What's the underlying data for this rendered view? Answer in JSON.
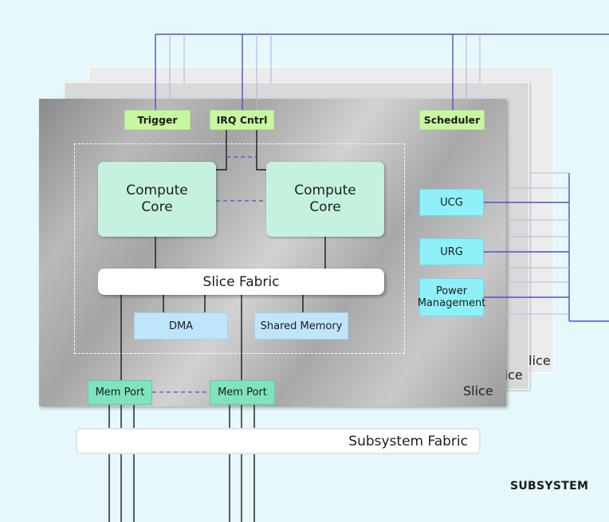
{
  "diagram": {
    "stacked_slices": [
      {
        "label": "Slice"
      },
      {
        "label": "Slice"
      },
      {
        "label": "Slice"
      }
    ],
    "top_blocks": {
      "trigger": "Trigger",
      "irq": "IRQ Cntrl",
      "scheduler": "Scheduler"
    },
    "cores": [
      "Compute\nCore",
      "Compute\nCore"
    ],
    "slice_fabric": "Slice Fabric",
    "dma": "DMA",
    "shared_memory": "Shared Memory",
    "right_blocks": {
      "ucg": "UCG",
      "urg": "URG",
      "power": "Power\nManagement"
    },
    "mem_ports": [
      "Mem Port",
      "Mem Port"
    ],
    "subsystem_fabric": "Subsystem Fabric",
    "subsystem_label": "SUBSYSTEM",
    "colors": {
      "background": "#e6f8fb",
      "trigger_blocks": "#c8f7a1",
      "cores": "#c5f2df",
      "memory_blocks": "#bfe5fb",
      "control_blocks": "#8ff0f9",
      "mem_ports": "#7fe3bd",
      "bus_lines": "#4a52c8"
    }
  }
}
